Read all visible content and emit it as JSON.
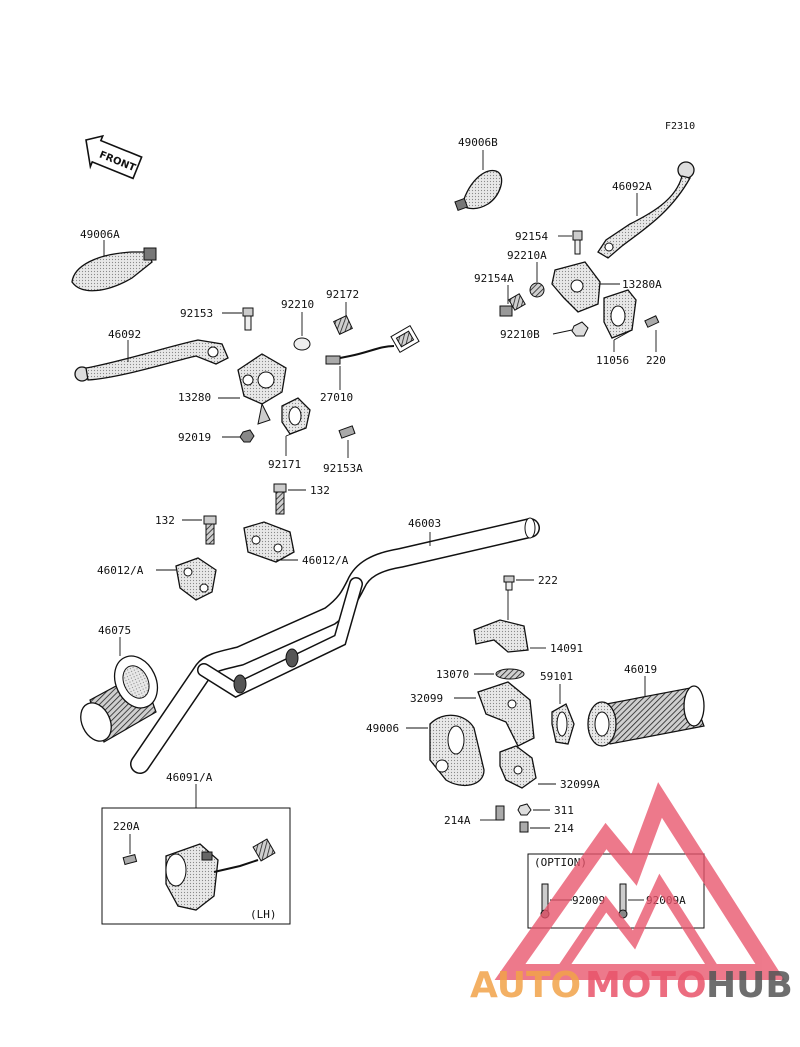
{
  "diagram_code": "F2310",
  "front_label": "FRONT",
  "option_label": "(OPTION)",
  "lh_label": "(LH)",
  "labels": {
    "p49006B": "49006B",
    "p46092A": "46092A",
    "p92154": "92154",
    "p92210A": "92210A",
    "p92154A": "92154A",
    "p13280A": "13280A",
    "p92210B": "92210B",
    "p11056": "11056",
    "p220": "220",
    "p49006A": "49006A",
    "p92153": "92153",
    "p92210": "92210",
    "p92172": "92172",
    "p46092": "46092",
    "p27010": "27010",
    "p13280": "13280",
    "p92019": "92019",
    "p92171": "92171",
    "p92153A": "92153A",
    "p132a": "132",
    "p132b": "132",
    "p46003": "46003",
    "p46012A_l": "46012/A",
    "p46012A_r": "46012/A",
    "p222": "222",
    "p14091": "14091",
    "p46075": "46075",
    "p13070": "13070",
    "p59101": "59101",
    "p46019": "46019",
    "p32099": "32099",
    "p49006": "49006",
    "p32099A": "32099A",
    "p311": "311",
    "p214A": "214A",
    "p214": "214",
    "p46091A": "46091/A",
    "p220A": "220A",
    "p92009": "92009",
    "p92009A": "92009A"
  },
  "watermark": {
    "part1": "AUTO",
    "part2": "MOTO",
    "part3": "HUB",
    "color1": "#f2a34a",
    "color2": "#e9546b",
    "color3": "#555555"
  }
}
